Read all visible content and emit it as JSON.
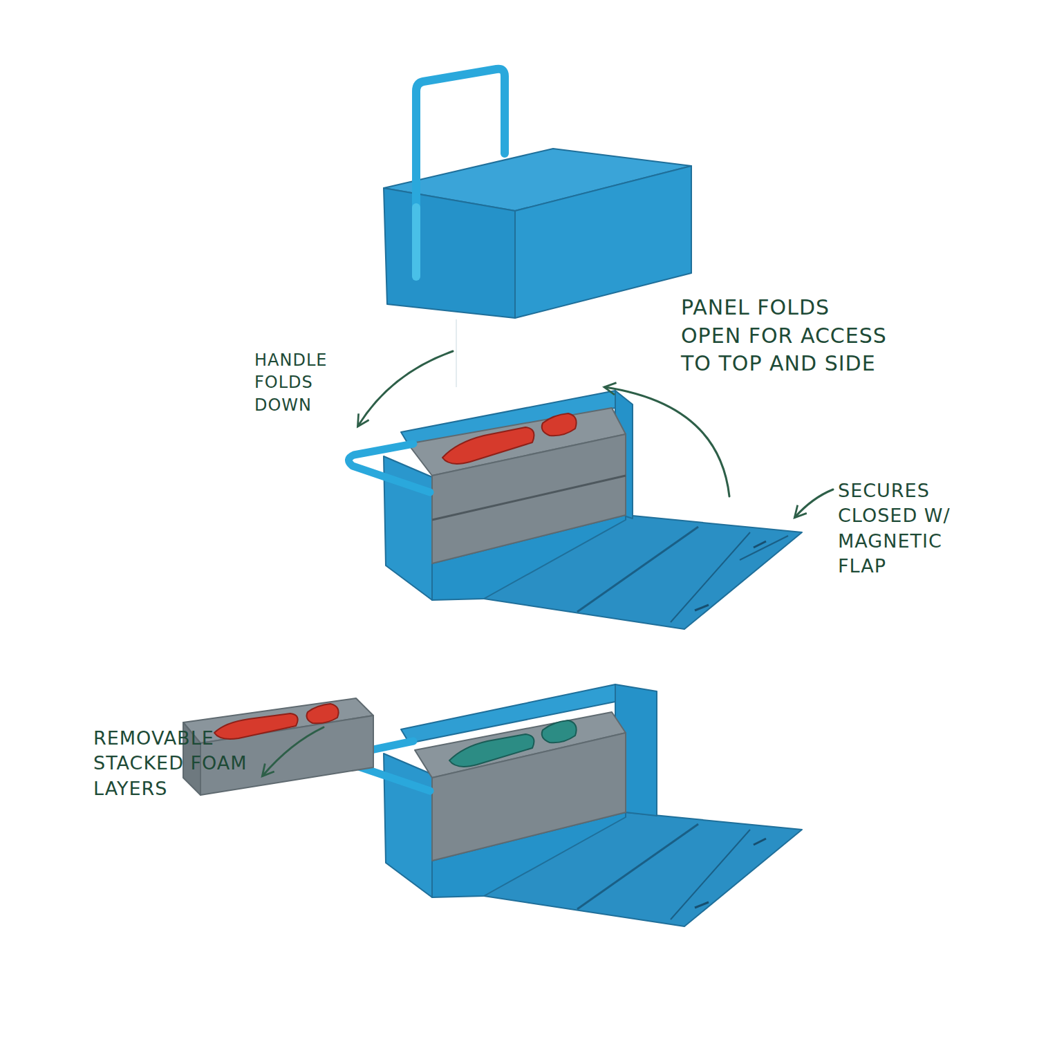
{
  "diagram": {
    "labels": [
      "HANDLE FOLDS DOWN",
      "PANEL FOLDS OPEN FOR ACCESS TO TOP AND SIDE",
      "SECURES CLOSED W/ MAGNETIC FLAP",
      "REMOVABLE STACKED FOAM LAYERS"
    ]
  }
}
